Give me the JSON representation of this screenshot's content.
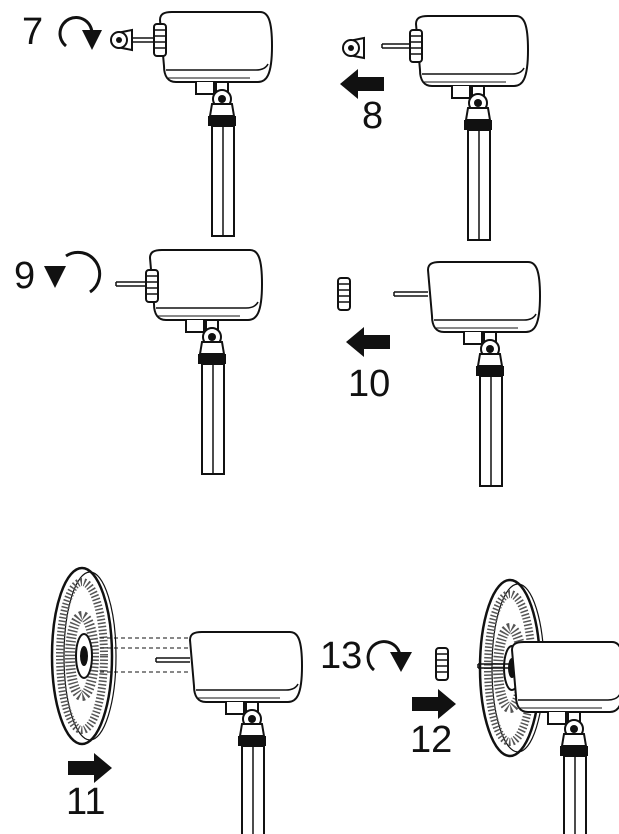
{
  "steps": [
    {
      "id": "step-7",
      "number": "7",
      "direction": "clockwise",
      "action": "unscrew rear cap"
    },
    {
      "id": "step-8",
      "number": "8",
      "direction": "left",
      "action": "remove rear cap"
    },
    {
      "id": "step-9",
      "number": "9",
      "direction": "counter-clockwise",
      "action": "unscrew rear nut"
    },
    {
      "id": "step-10",
      "number": "10",
      "direction": "left",
      "action": "remove rear nut"
    },
    {
      "id": "step-11",
      "number": "11",
      "direction": "right",
      "action": "attach rear guard"
    },
    {
      "id": "step-12",
      "number": "12",
      "direction": "right",
      "action": "attach front nut"
    },
    {
      "id": "step-13",
      "number": "13",
      "direction": "clockwise",
      "action": "tighten front nut"
    }
  ],
  "colors": {
    "ink": "#111111",
    "paper": "#ffffff",
    "hatch": "#555555"
  }
}
